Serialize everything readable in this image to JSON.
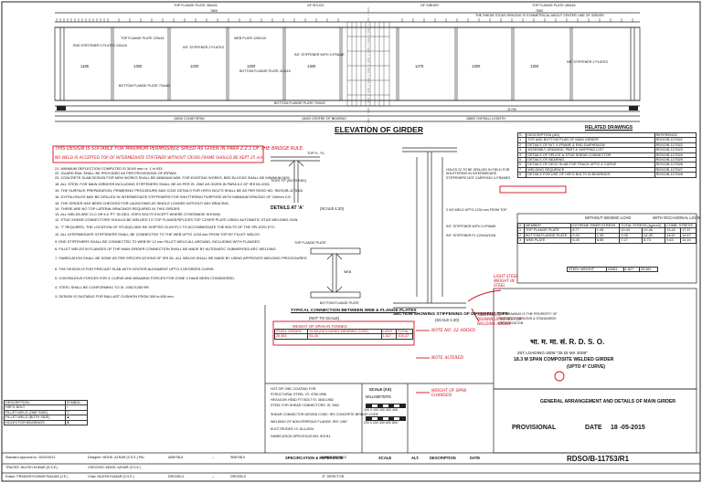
{
  "elevation": {
    "top_flange_left": "TOP FLANGE PLATE 280x16",
    "of_splice": "OF SPLICE",
    "of_girder": "OF GIRDER",
    "top_flange_right": "TOP FLANGE PLATE 280x16",
    "dim_top_left": "7800",
    "dim_top_mid": "7500",
    "sym_note": "THE SHEAR STUDS SPACING IS SYMMETRICAL ABOUT CENTER LINE OF GIRDER",
    "stiff_label_1": "END STIFFENER 2 PLATES 230x16",
    "stiff_label_2": "TOP FLANGE PLATE 225x16",
    "stiff_label_3": "INT. STIFFENER 2 PLATES",
    "stiff_label_4": "WEB PLATE 1250x10",
    "stiff_label_5": "BOTTOM FLANGE PLATE 410x16",
    "stiff_label_6": "INT. STIFFENER WITH X-FRAME",
    "stiff_label_7": "INT. STIFFENER 2 PLATES",
    "spacings": [
      "1185",
      "1300",
      "1200",
      "1200",
      "1300",
      "1275",
      "1300",
      "1300"
    ],
    "bottom_flange": "BOTTOM FLANGE PLATE 700x20",
    "bottom_flange_2": "BOTTOM FLANGE PLATE 700x60",
    "dim_clear": "16000 CLEAR SPAN",
    "dim_bearing": "18400 CENTRE OF BEARING",
    "dim_overall": "18800 OVERALL LENGTH",
    "dim_total": "11750",
    "heading": "ELEVATION OF GIRDER"
  },
  "details": {
    "detail_a_title": "DETAILS AT 'A'",
    "detail_a_scale": "(SCALE-1:20)",
    "tight_fit": "TIGHT FIT (BOTH END)",
    "top_fl": "TOP FL. PL.",
    "section_title": "SECTION SHOWING STIFFENING OF DIFFERENT TYPE",
    "section_scale": "(SCALE-1:20)",
    "int_stiff": "INT. STIFFENER WITH X-FRAME",
    "int_stiff_2": "INT. STIFFENER PL.120x16/1254",
    "holes": "HOLES 22 TO BE DRILLED IN FIELD FOR SHUTTERING IN INTERMEDIATE STIFFENERS NOT CARRYING X-FRAMES",
    "weld_note": "3 NO WELD UPTO 1234 mm FROM TOP",
    "typical_conn": "TYPICAL CONNECTION BETWEEN WEB & FLANGE PLATES",
    "not_to_scale": "(NOT TO SCALE)",
    "top_flange_plate": "TOP FLANGE PLATE",
    "web": "WEB",
    "bottom_flange_plate": "BOTTOM FLANGE PLATE"
  },
  "weight_table": {
    "title": "WEIGHT OF SPAN IN TONNES",
    "headers": [
      "STEEL GIRDER",
      "SLAB (INCLUDING WEARING COAT)",
      "LIGHT",
      "TOTAL"
    ],
    "values": [
      "25.381",
      "81-40",
      "1.827",
      "108-47"
    ]
  },
  "related_drawings": {
    "title": "RELATED DRAWINGS",
    "col_desc": "DESCRIPTION (AD)",
    "col_ref": "REFERENCE",
    "rows": [
      {
        "n": "1",
        "desc": "TOP AND BOTTOM PLAN OF MAIN GIRDER",
        "ref": "RDSO/B-11753/1"
      },
      {
        "n": "2",
        "desc": "DETAILS OF INT. X-FRAME & END DIAPHRAGM",
        "ref": "RDSO/B-11753/2"
      },
      {
        "n": "3",
        "desc": "ASSEMBLY DRAWING, PART & SHIPPING LIST",
        "ref": "RDSO/B-11753/3"
      },
      {
        "n": "4",
        "desc": "DETAILS OF SPLICE & STUD SHEAR CONNECTOR",
        "ref": "RDSO/B-11753/4"
      },
      {
        "n": "5",
        "desc": "DETAILS OF BEARING",
        "ref": "RDSO/B-11753/5"
      },
      {
        "n": "6",
        "desc": "DETAILS OF DECK SLAB FOR TRACK UPTO 4' CURVE",
        "ref": "RDSO/B-11753/6"
      },
      {
        "n": "7",
        "desc": "WELDING SEQUENCE",
        "ref": "RDSO/B-11753/7"
      },
      {
        "n": "8",
        "desc": "DETAILS FOR USE OF HSFG BOLTS IN BEARINGS",
        "ref": "RDSO/B-11753/8"
      }
    ]
  },
  "stress_table": {
    "title": "WITHOUT SEISMIC LOAD",
    "title2": "WITH OCCASIONAL LOAD",
    "headers": [
      "MEMBER",
      "EXTREME FIBER STRESS",
      "TOTAL STRESS (kg/cm2)",
      "COMB. STRESS"
    ],
    "rows": [
      {
        "n": "1",
        "m": "TOP FLANGE PLATE",
        "a": "8.77",
        "b": "1.05",
        "c": "10.43",
        "d": "10.46",
        "e": "13.42",
        "f": "17.37"
      },
      {
        "n": "2",
        "m": "BOTTOM FLANGE PLATE",
        "a": "9.43",
        "b": "1.39",
        "c": "1.08",
        "d": "14.25",
        "e": "14.67",
        "f": "14.57"
      },
      {
        "n": "3",
        "m": "WEB PLATE",
        "a": "6.25",
        "b": "6.85",
        "c": "7.27",
        "d": "8.73",
        "e": "9.63",
        "f": "13.15"
      }
    ],
    "steel_weight": "STEEL WEIGHT",
    "steel_weight_vals": [
      "23381",
      "1.827",
      "25.381"
    ]
  },
  "general_notes": {
    "red_note": "THIS DESIGN IS SUITABLE FOR MAXIMUM PERMISSIBLE SPEED AS GIVEN IN PARA 2.2.1 OF THE BRIDGE RULE.",
    "red_note_2": "NO WELD IS ACCEPTED TOP OF INTERMEDIATE STIFFENER WITHOUT CROSS-FRAME SHOULD BE KEPT 25 mm.",
    "lines": [
      "21. MINIMUM DEFLECTION COMPUTED IS 30.69 mm i.e. 1 in 933.",
      "22. GUARD RAIL SHALL BE PROVIDED AS PER PROVISIONS OF IRPWM.",
      "23. CONCRETE SLAB DESIGN FOR NEW WORKS SHALL BE MINIMUM M35. FOR EXISTING WORKS, BED BLOCKS SHALL BE MINIMUM M25.",
      "18. ALL STEEL FOR MAIN GIRDERS INCLUDING STIFFENERS SHALL BE AS PER IS: 2062 AS GIVEN IN PARA 6.2 OF IRS B1-2001.",
      "19. THE SURFACE PREPARATION, PRIMERING PROCEDURE AND COAT DETAILS FOR HSFG BOLTS SHALL BE AS PER RDSO NO. RDSO/B-11753/8.",
      "16. EXTRA HOLES MAY BE DRILLED IN INTERMEDIATE STIFFENERS FOR SHUTTERING PURPOSE WITH MINIMUM SPACING OF 100mm C/C.",
      "15. THE GIRDER HAS BEEN CHECKED FOR LAUNCHING AS SINGLE LOADED WITHOUT ANY BRACING.",
      "14. THERE ARE NO TOP LATERAL BRACINGS REQUIRED IN THIS GIRDER.",
      "13. ALL WELDS ARE 21.0 OR 6.0 'PT' 30 DEG. HSFG BOLTS EXCEPT WHERE OTHERWISE SHOWN.",
      "12. STUD SHEAR CONNECTORS SHOULD BE WELDED TO TOP FLANGE/SPLICES TOP COVER PLATE USING AUTOMATIC STUD WELDING GUN.",
      "11. 'Y' REQUIRED, THE LOCATION OF STUD(S) MAY BE SHIFTED SLIGHTLY TO ACCOMMODATE THE BOLTS OF THE SPLICES ETC.",
      "10. ALL INTERMEDIATE STIFFENERS SHALL BE CONNECTED TO THE WEB UPTO 1234 mm FROM TOP BY FILLET WELDS.",
      "9. END STIFFENERS SHALL BE CONNECTED TO WEB BY 12 mm FILLET WELD ALL AROUND, INCLUDING WITH FLANGES.",
      "8. FILLET WELDS IN FLANGES OF THE MAIN GIRDER CONNECTION SHALL BE MADE BY AUTOMATIC SUBMERGED ARC WELDING.",
      "7. FABRICATION SHALL BE DONE AS PER SPECIFICATIONS OF IRS B1. ALL WELDS SHALL BE MADE BY USING APPROVED WELDING PROCEDURES.",
      "6. THE DESIGN IS FOR PRECAST SLAB WITH CENTER ALIGNMENT UPTO 4 DEGREES CURVE.",
      "5. CONTINUOUS FORCES FOR 4' CURVE AND BEAMING FORCES FOR ZONE V HAVE BEEN CONSIDERED.",
      "4. STEEL SHALL BE CONFORMING TO IS: 2062 E250 BR.",
      "3. DESIGN IS SUITABLE FOR BALLAST CUSHION FROM 300 to 600 mm."
    ]
  },
  "checks": {
    "red_a": "ADDITIONAL DRAWINGS NOTES FOR WELDING ADDED",
    "red_b": "NOTE NO. 22 ADDED",
    "red_c": "NOTE ALTERED",
    "red_d": "WEIGHT OF SPAN CHANGED",
    "red_e": "LIGHT STEEL WEIGHT IN STEEL"
  },
  "legend": {
    "rows": [
      "DESCRIPTION",
      "HSFG BOLT",
      "FILLET WELD (ONE SIDE)",
      "FILLET WELD (BOTH SIDE)",
      "HOLES FOR BEARINGS"
    ],
    "symbols": [
      "SYMBOL",
      "○",
      "▽",
      "▲",
      "⊕"
    ]
  },
  "specifications": {
    "lines": [
      "HOT DIP ZINC COATING FOR",
      "STRUCTURAL STEEL: IS: 4759-1996",
      "HEXAGON HEAD FIT BOLT IS: 3640-1982",
      "STEEL FOR SHEAR CONNECTORS: IS: 2062",
      "SHEAR CONNECTOR DESIGN CODE: IRS CONCRETE BRIDGE CODE",
      "WELDING OF NON-FERROUS FLANGE: IRS: 1987",
      "ELECTRODES: IS: 814-2004",
      "FABRICATION SPECIFICATION: IRS B1"
    ],
    "footer": "SPECIFICATION & REFERENCE"
  },
  "scale_box": {
    "title": "SCALE (AS)",
    "units": "MILLIMETERS",
    "ticks": "100 0 100 200 300 400",
    "ticks2": "200 0 200 400 600 800",
    "label": "SCALE"
  },
  "alterations": {
    "header": [
      "ALT.",
      "DESCRIPTION",
      "DATE"
    ],
    "rows": [
      {
        "alt": "1",
        "desc": "THE DRAWING IS THE PROPERTY OF RESEARCH DESIGNS & STANDARDS ORGANISATION",
        "date": ""
      }
    ]
  },
  "title_block": {
    "hindi": "भा. म. मा. सं. R. D. S. O.",
    "loading": "25T LOADING-2008 \"25 DI MX 2008\"",
    "span": "18.3 M SPAN COMPOSITE WELDED GIRDER",
    "curve": "(UPTO 4° CURVE)",
    "ga_title": "GENERAL ARRANGEMENT AND DETAILS OF MAIN GIRDER",
    "status": "PROVISIONAL",
    "date_label": "DATE",
    "date": "18 -05-2015",
    "dwg_no": "RDSO/B-11753/R1"
  },
  "signatures": {
    "row1": [
      "Standard approval no. 30/2015/13",
      "Designer: MOHD. AZHAR (S.S.E.) PAI.",
      "ABE/SB-6",
      "--",
      "SBE/SB-II",
      "DIRECTOR/B&S"
    ],
    "row2": [
      "TRACED: NILESH KUMAR (S.S.E.)",
      "CHECKED: MOHD. AZHAR (S.S.E.)"
    ],
    "row3": [
      "Drawn: PRAKASH KUMAR RANJAN (J.E.)",
      "Chkd: NILESH KUMAR (S.S.E.)",
      "DRG/SB-4",
      "--",
      "DRG/SB-II",
      "JT. DIRECTOR"
    ]
  }
}
